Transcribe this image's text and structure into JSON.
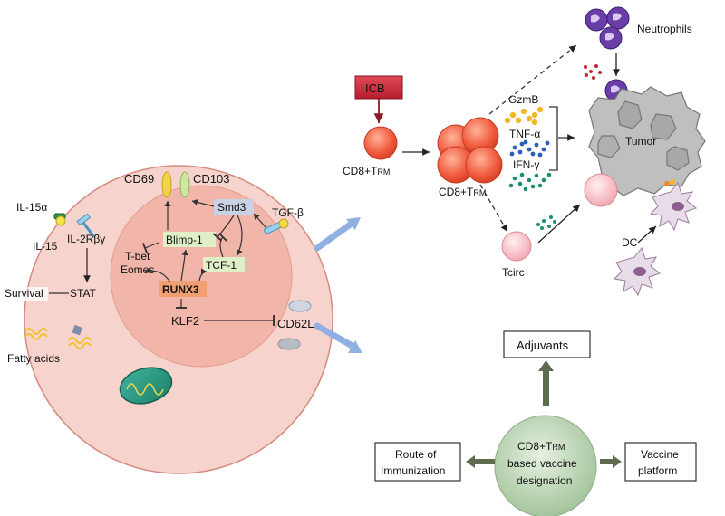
{
  "cell": {
    "cd69": "CD69",
    "cd103": "CD103",
    "il15a": "IL-15α",
    "il15": "IL-15",
    "il2rbg": "IL-2Rβγ",
    "tgfb": "TGF-β",
    "survival": "Survival",
    "stat": "STAT",
    "fatty_acids": "Fatty acids",
    "blimp1": "Blimp-1",
    "smd3": "Smd3",
    "tbet": "T-bet",
    "eomes": "Eomes",
    "tcf1": "TCF-1",
    "runx3": "RUNX3",
    "klf2": "KLF2",
    "cd62l": "CD62L"
  },
  "tumor_panel": {
    "icb": "ICB",
    "cd8_prefix": "CD8+T",
    "cd8_sub": "RM",
    "gzmb": "GzmB",
    "tnfa": "TNF-α",
    "ifng": "IFN-γ",
    "neutrophils": "Neutrophils",
    "tumor": "Tumor",
    "tcirc": "Tcirc",
    "dc": "DC"
  },
  "vaccine_panel": {
    "adjuvants": "Adjuvants",
    "route_line1": "Route of",
    "route_line2": "Immunization",
    "center_line1_prefix": "CD8+T",
    "center_line1_sub": "RM",
    "center_line2": "based vaccine",
    "center_line3": "designation",
    "platform_line1": "Vaccine",
    "platform_line2": "platform"
  },
  "colors": {
    "cell_outer": "#f6d3cc",
    "cell_inner": "#f1b5a9",
    "runx3_box": "#f0a070",
    "tf_box": "#dff0c8",
    "icb_box": "#c8283a",
    "tcell": "#f05a3c",
    "vaccine_circle": "#b9d6b3",
    "blue_arrow": "#8fb0e0",
    "green_arrow": "#5f6b4f"
  }
}
